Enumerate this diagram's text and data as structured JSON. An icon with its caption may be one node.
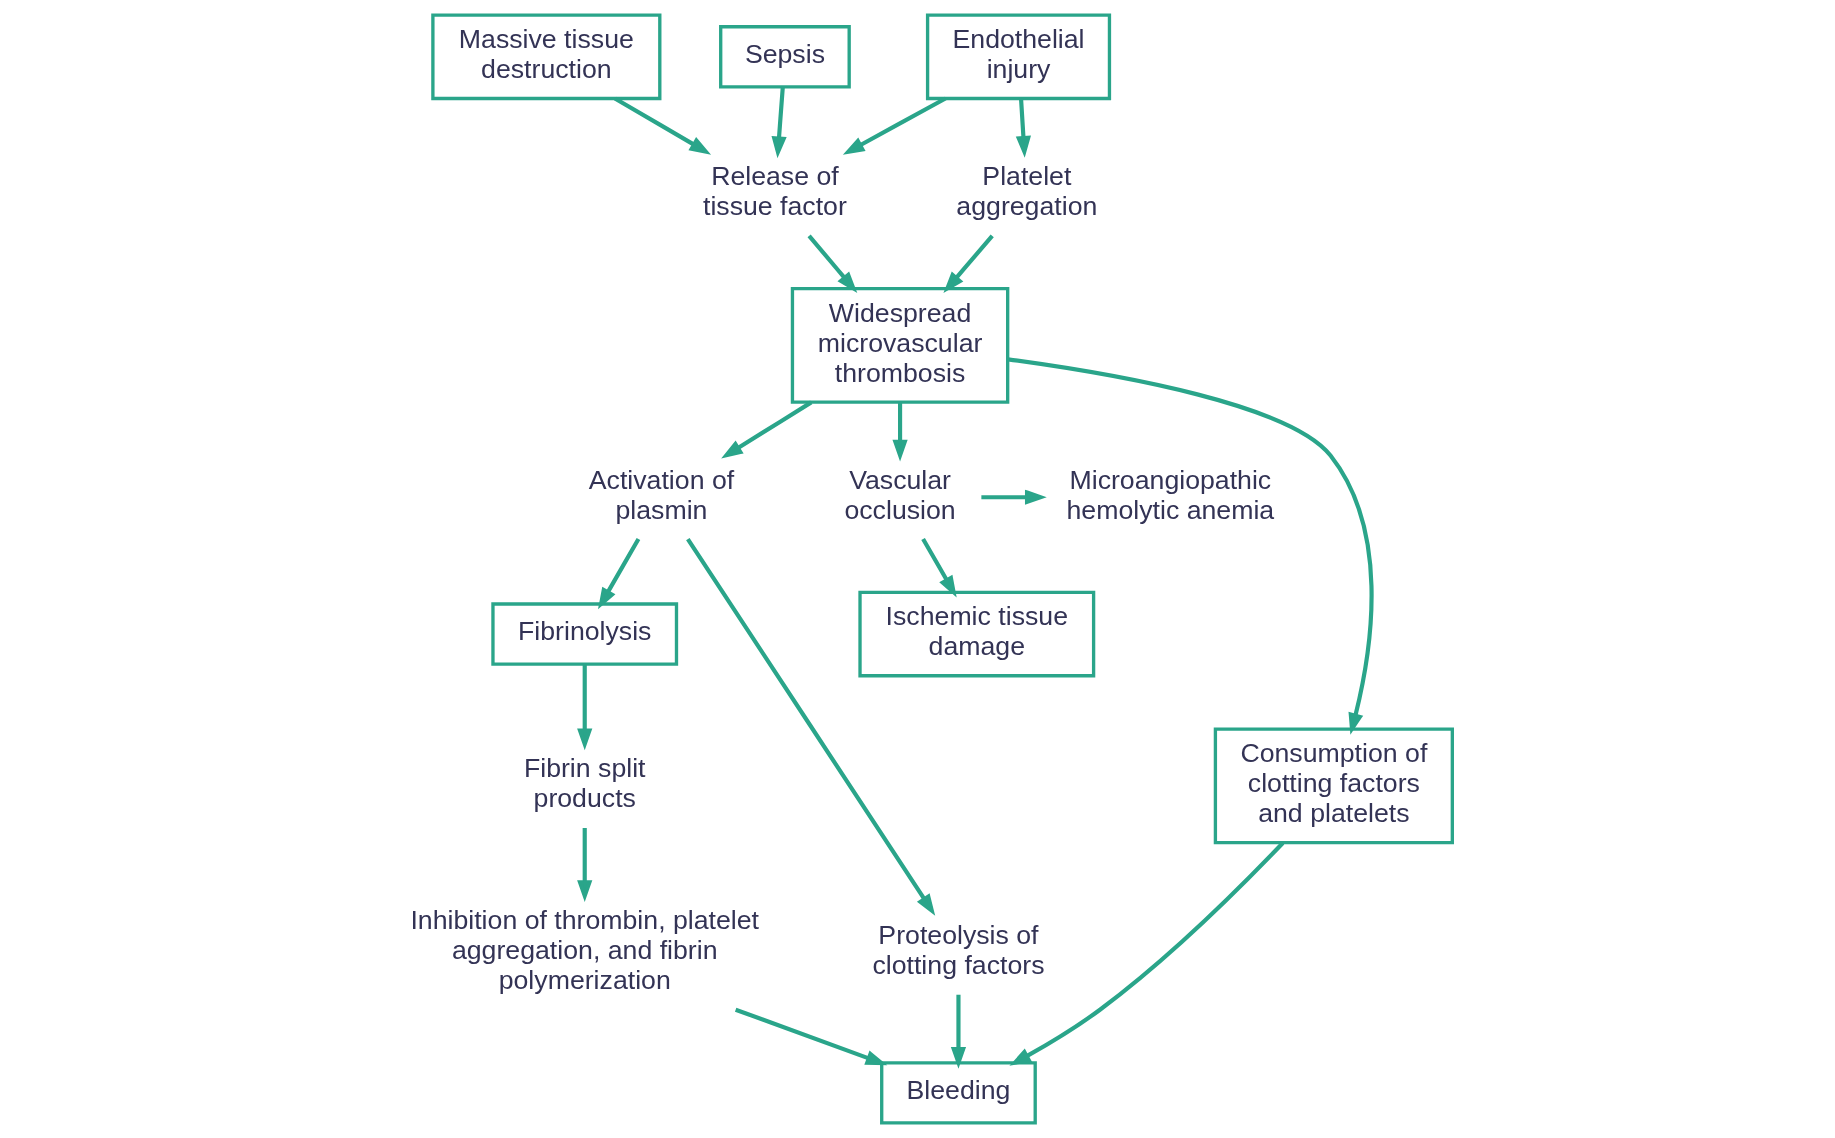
{
  "diagram": {
    "nodes": [
      {
        "text": [
          "Massive tissue destruction"
        ]
      },
      {
        "text": [
          "Sepsis"
        ]
      },
      {
        "text": [
          "Endothelial injury"
        ]
      },
      {
        "text": [
          "Release of tissue factor"
        ]
      },
      {
        "text": [
          "Platelet aggregation"
        ]
      },
      {
        "text": [
          "Widespread microvascular thrombosis"
        ]
      },
      {
        "text": [
          "Activation of plasmin"
        ]
      },
      {
        "text": [
          "Microangiopathic hemolytic anemia"
        ]
      },
      {
        "text": [
          "Vascular occlusion"
        ]
      },
      {
        "text": [
          "Consumption of clotting factors and platelets"
        ]
      },
      {
        "text": [
          "Fibrinolysis"
        ]
      },
      {
        "text": [
          "Proteolysis of clotting factors"
        ]
      },
      {
        "text": [
          "Ischemic tissue damage"
        ]
      },
      {
        "text": [
          "Fibrin split products"
        ]
      },
      {
        "text": [
          "Inhibition of thrombin, platelet aggregation, and fibrin polymerization"
        ]
      },
      {
        "text": [
          "Bleeding"
        ]
      }
    ],
    "edges": [
      {
        "from": 0,
        "to": 3,
        "arrow": "to"
      },
      {
        "from": 1,
        "to": 3,
        "arrow": "to"
      },
      {
        "from": 2,
        "to": 3,
        "arrow": "to"
      },
      {
        "from": 2,
        "to": 4,
        "arrow": "to"
      },
      {
        "from": 3,
        "to": 5,
        "arrow": "to"
      },
      {
        "from": 4,
        "to": 5,
        "arrow": "to"
      },
      {
        "from": 5,
        "to": 6,
        "arrow": "to"
      },
      {
        "from": 5,
        "to": 8,
        "arrow": "to"
      },
      {
        "from": 5,
        "to": 9,
        "arrow": "to"
      },
      {
        "from": 6,
        "to": 10,
        "arrow": "to"
      },
      {
        "from": 6,
        "to": 11,
        "arrow": "to"
      },
      {
        "from": 8,
        "to": 7,
        "arrow": "to"
      },
      {
        "from": 8,
        "to": 12,
        "arrow": "to"
      },
      {
        "from": 10,
        "to": 13,
        "arrow": "to"
      },
      {
        "from": 13,
        "to": 14,
        "arrow": "to"
      },
      {
        "from": 11,
        "to": 15,
        "arrow": "to"
      },
      {
        "from": 14,
        "to": 15,
        "arrow": "to"
      },
      {
        "from": 9,
        "to": 15,
        "arrow": "to"
      }
    ]
  }
}
